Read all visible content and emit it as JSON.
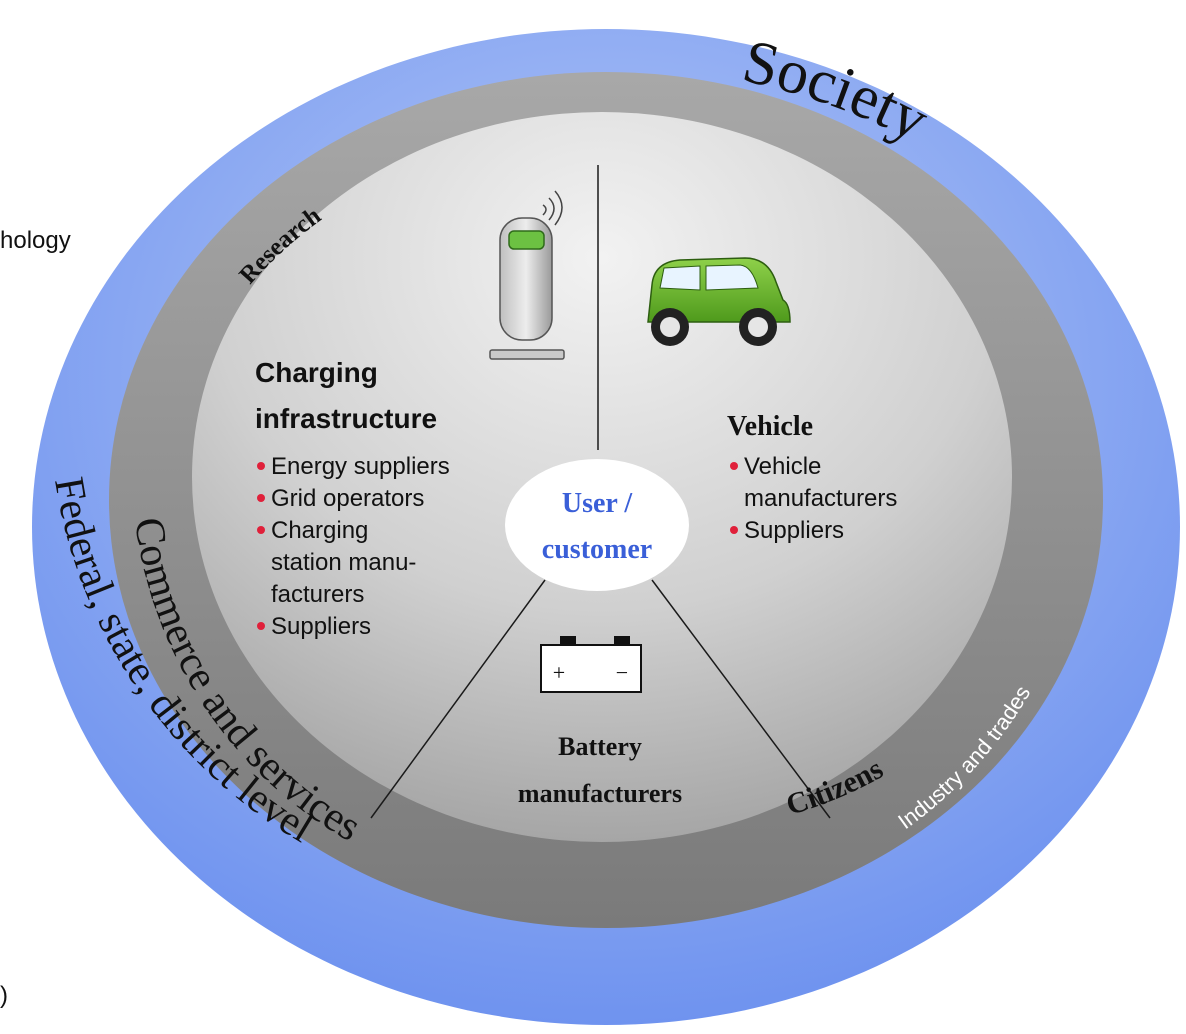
{
  "fragments": {
    "top_left": "hology",
    "bottom_left": ")"
  },
  "outer_ring": {
    "society": "Society",
    "federal": "Federal, state, district level",
    "citizens": "Citizens"
  },
  "middle_ring": {
    "research": "Research",
    "commerce": "Commerce and services",
    "industry": "Industry and trades"
  },
  "center": {
    "line1": "User /",
    "line2": "customer"
  },
  "sections": {
    "charging": {
      "title_line1": "Charging",
      "title_line2": "infrastructure",
      "items": [
        {
          "lines": [
            "Energy suppliers"
          ]
        },
        {
          "lines": [
            "Grid operators"
          ]
        },
        {
          "lines": [
            "Charging",
            "station manu-",
            "facturers"
          ]
        },
        {
          "lines": [
            "Suppliers"
          ]
        }
      ]
    },
    "vehicle": {
      "title": "Vehicle",
      "items": [
        {
          "lines": [
            "Vehicle",
            "manufacturers"
          ]
        },
        {
          "lines": [
            "Suppliers"
          ]
        }
      ]
    },
    "battery": {
      "title_line1": "Battery",
      "title_line2": "manufacturers",
      "plus": "+",
      "minus": "−"
    }
  },
  "colors": {
    "outer_ring": "#8aa8f0",
    "middle_ring": "#8c8c8c",
    "bullet": "#e0203a",
    "center_text": "#3a5fd8",
    "car_green": "#6cb42c"
  }
}
